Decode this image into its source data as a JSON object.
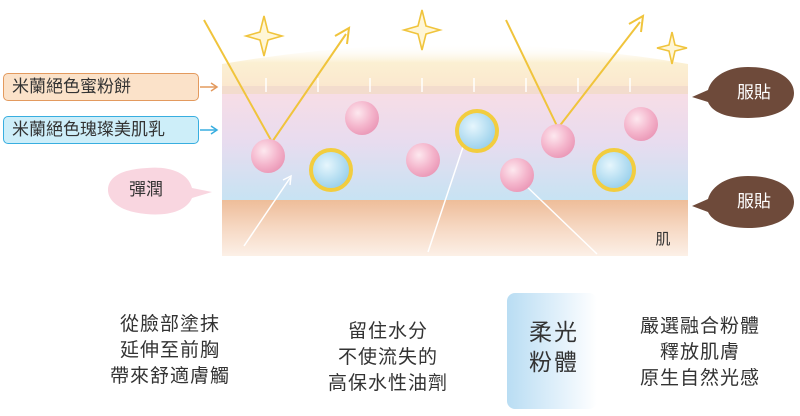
{
  "labels": {
    "powder_cake": "米蘭絕色蜜粉餅",
    "rose_primer": "米蘭絕色瑰璨美肌乳",
    "elastic": "彈潤",
    "fit_top": "服貼",
    "fit_bottom": "服貼",
    "skin": "肌"
  },
  "descriptions": {
    "left": [
      "從臉部塗抹",
      "延伸至前胸",
      "帶來舒適膚觸"
    ],
    "middle": [
      "留住水分",
      "不使流失的",
      "高保水性油劑"
    ],
    "highlight_title": [
      "柔光",
      "粉體"
    ],
    "right": [
      "嚴選融合粉體",
      "釋放肌膚",
      "原生自然光感"
    ]
  },
  "colors": {
    "powder_layer": "#fbefd4",
    "primer_layer": "#e6e9f6",
    "skin_layer": "#f3d2b6",
    "bubble_brown": "#6e4a3a",
    "bubble_pink": "#f9d6e0",
    "light_ray": "#f0c43c",
    "pink_sphere": "#f4a9c6",
    "ring_outer": "#f2cd3f",
    "ring_inner": "#a9d9f0"
  }
}
